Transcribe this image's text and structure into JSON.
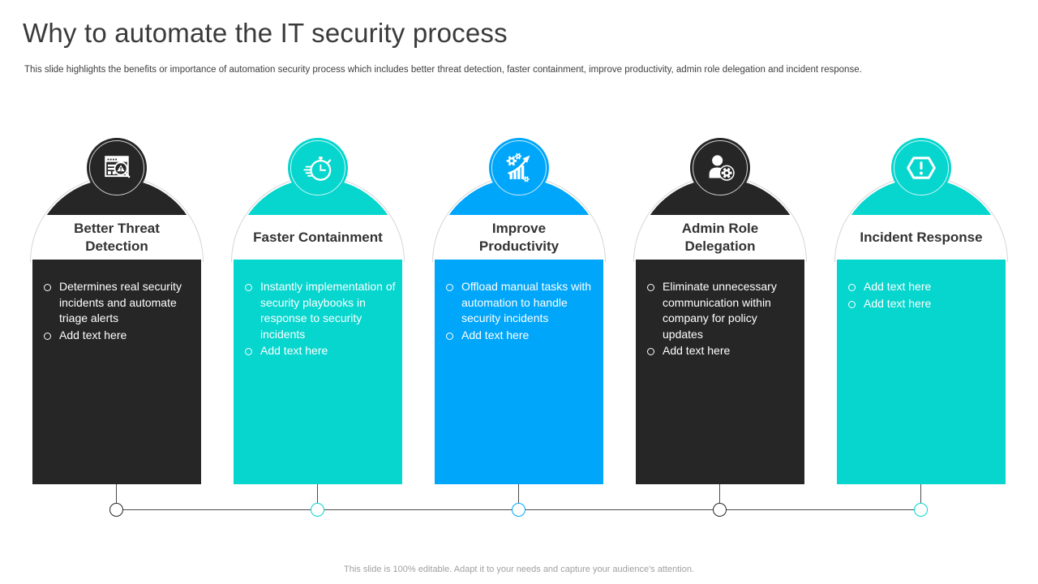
{
  "slide": {
    "title": "Why to automate the IT security process",
    "subtitle": "This slide highlights the benefits or importance of automation security process which includes better threat detection, faster containment, improve productivity, admin role delegation and incident response.",
    "footer": "This slide is 100% editable. Adapt it to your needs and capture your audience's attention."
  },
  "colors": {
    "dark": "#262626",
    "teal": "#06d6ce",
    "blue": "#00a6fa",
    "line": "#4b4b4b",
    "title_text": "#3a3a3a",
    "subtitle_text": "#3e3e3e",
    "band_text": "#333333",
    "footer_text": "#a0a0a0"
  },
  "columns": [
    {
      "title": "Better Threat Detection",
      "theme": "dark",
      "icon": "threat-detection-icon",
      "bullets": [
        "Determines real security incidents and automate triage alerts",
        "Add text here"
      ]
    },
    {
      "title": "Faster Containment",
      "theme": "teal",
      "icon": "stopwatch-icon",
      "bullets": [
        "Instantly implementation of security playbooks in response to security incidents",
        "Add text here"
      ]
    },
    {
      "title": "Improve Productivity",
      "theme": "blue",
      "icon": "productivity-growth-icon",
      "bullets": [
        "Offload manual tasks with automation to handle security incidents",
        "Add text here"
      ]
    },
    {
      "title": "Admin Role Delegation",
      "theme": "dark",
      "icon": "admin-user-gear-icon",
      "bullets": [
        "Eliminate unnecessary communication within company for policy updates",
        "Add text here"
      ]
    },
    {
      "title": "Incident Response",
      "theme": "teal",
      "icon": "incident-warning-icon",
      "bullets": [
        "Add text here",
        "Add text here"
      ]
    }
  ]
}
